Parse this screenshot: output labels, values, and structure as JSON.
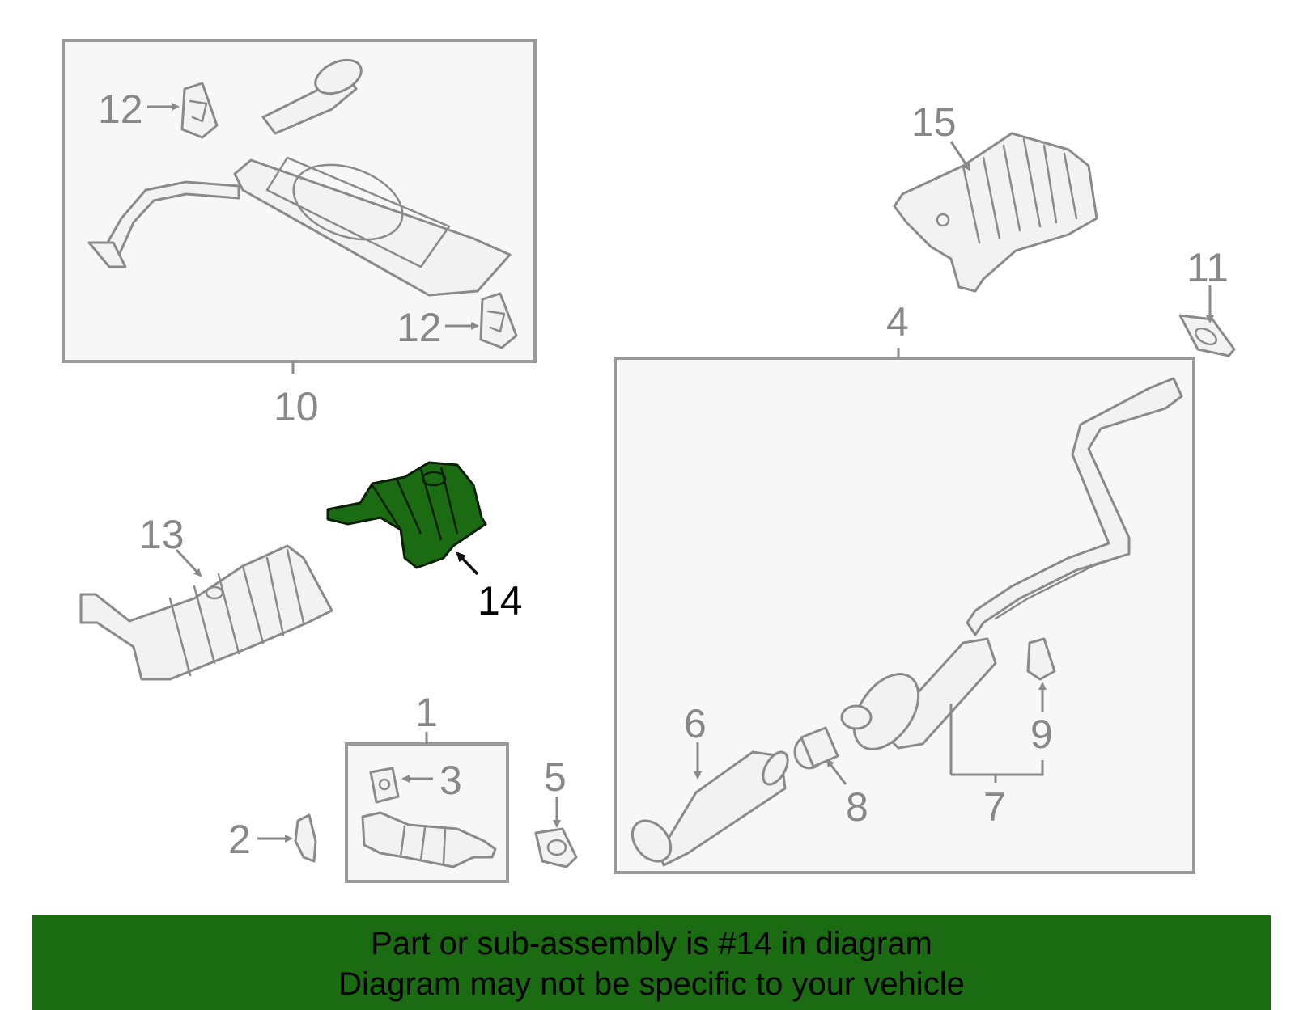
{
  "callouts": {
    "c1": "1",
    "c2": "2",
    "c3": "3",
    "c4": "4",
    "c5": "5",
    "c6": "6",
    "c7": "7",
    "c8": "8",
    "c9": "9",
    "c10": "10",
    "c11": "11",
    "c12a": "12",
    "c12b": "12",
    "c13": "13",
    "c14": "14",
    "c15": "15"
  },
  "highlight_color": "#1a6b12",
  "footer": {
    "line1": "Part or sub-assembly is #14 in diagram",
    "line2": "Diagram may not be specific to your vehicle"
  }
}
